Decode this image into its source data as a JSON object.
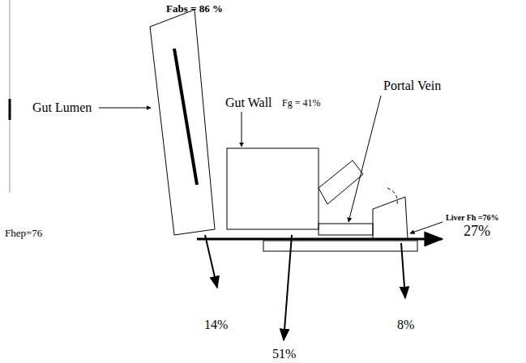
{
  "diagram": {
    "labels": [
      "Fabs = 86 %",
      "Gut Lumen",
      "Gut Wall",
      "Fg = 41%",
      "Portal Vein",
      "Liver Fh =76%",
      "Fhep=76",
      "27%",
      "14%",
      "51%",
      "8%"
    ]
  }
}
